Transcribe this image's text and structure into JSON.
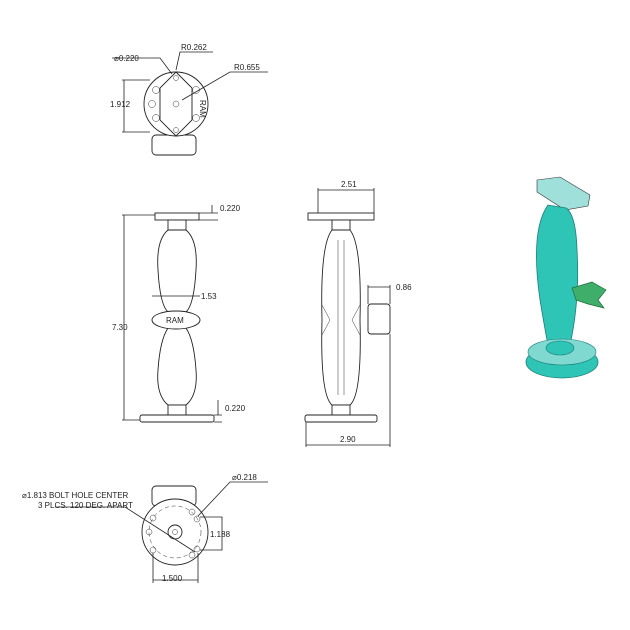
{
  "top_view": {
    "hole_diameter": "⌀0.220",
    "hole_radius": "R0.262",
    "plate_radius": "R0.655",
    "height": "1.912",
    "logo": "RAM"
  },
  "front_view": {
    "top_plate_thickness": "0.220",
    "ball_width": "1.53",
    "overall_height": "7.30",
    "bottom_plate_thickness": "0.220",
    "logo": "RAM"
  },
  "side_view": {
    "top_width": "2.51",
    "knob_width": "0.86",
    "overall_width": "2.90"
  },
  "bottom_view": {
    "bolt_note_line1": "⌀1.813 BOLT HOLE CENTER",
    "bolt_note_line2": "3 PLCS. 120 DEG. APART",
    "hole_diameter": "⌀0.218",
    "height": "1.188",
    "width": "1.500"
  },
  "colors": {
    "render_body": "#2ec4b6",
    "render_knob": "#3fae6a",
    "line": "#222222"
  }
}
